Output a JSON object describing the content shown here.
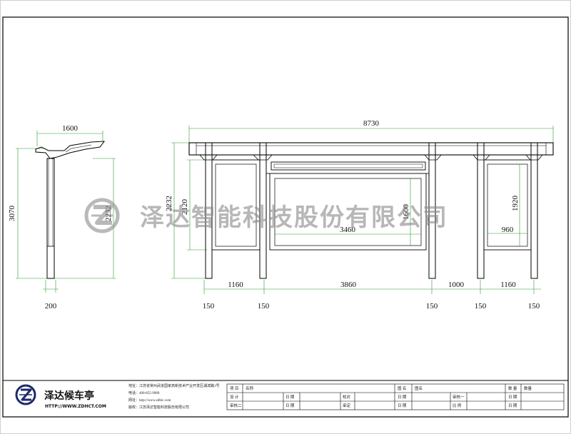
{
  "watermark": {
    "text": "泽达智能科技股份有限公司",
    "logo_glyph": "Z"
  },
  "side_view": {
    "top_width": "1600",
    "total_height": "3070",
    "inner_height": "2232",
    "base_width": "200"
  },
  "front_view": {
    "total_width": "8730",
    "overall_height": "2232",
    "panel_height": "2120",
    "center_panel_width": "3460",
    "center_panel_height": "1600",
    "right_panel_height": "1920",
    "right_panel_width": "960",
    "spans": [
      "1160",
      "3860",
      "1000",
      "1160"
    ],
    "post_widths": [
      "150",
      "150",
      "150",
      "150",
      "150"
    ]
  },
  "title_block": {
    "brand_name": "泽达候车亭",
    "brand_url": "HTTP://WWW.ZDHCT.COM",
    "contact_lines": [
      "地址：江苏省常州武进国家高新技术产业开发区湖滨路1号",
      "电话：400-855-9989",
      "网址：http://www.zdhlc.com",
      "版权：江苏泽达智能科技股份有限公司"
    ],
    "row1": {
      "project_label": "项 目",
      "name_label": "名称",
      "drawing_label": "图 名",
      "drawing_value": "图名",
      "count_label": "数 量",
      "count_value": "数量"
    },
    "row2": {
      "design_label": "设 计",
      "date_label": "日 期",
      "check_label": "校对",
      "date_label2": "日 期",
      "review_label": "审核一",
      "date_label3": "日 期"
    },
    "row3": {
      "review2_label": "审核二",
      "date_label": "日 期",
      "approve_label": "审定",
      "date_label2": "日 期",
      "ratio_label": "比 例",
      "date_label3": "日 期"
    }
  }
}
